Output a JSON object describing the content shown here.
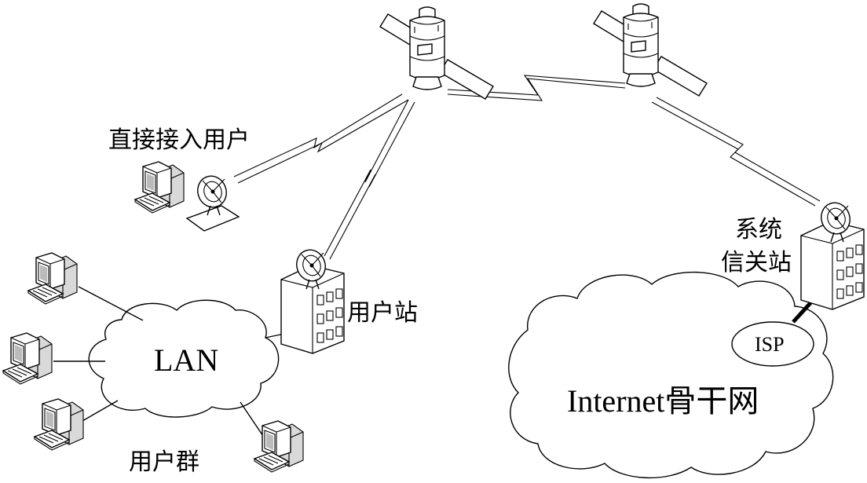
{
  "labels": {
    "direct_user": "直接接入用户",
    "user_station": "用户站",
    "lan": "LAN",
    "user_group": "用户群",
    "gateway_line1": "系统",
    "gateway_line2": "信关站",
    "isp": "ISP",
    "internet": "Internet骨干网"
  },
  "icons": [
    "satellite-icon",
    "dish-antenna-icon",
    "computer-icon",
    "building-icon",
    "cloud-icon"
  ]
}
